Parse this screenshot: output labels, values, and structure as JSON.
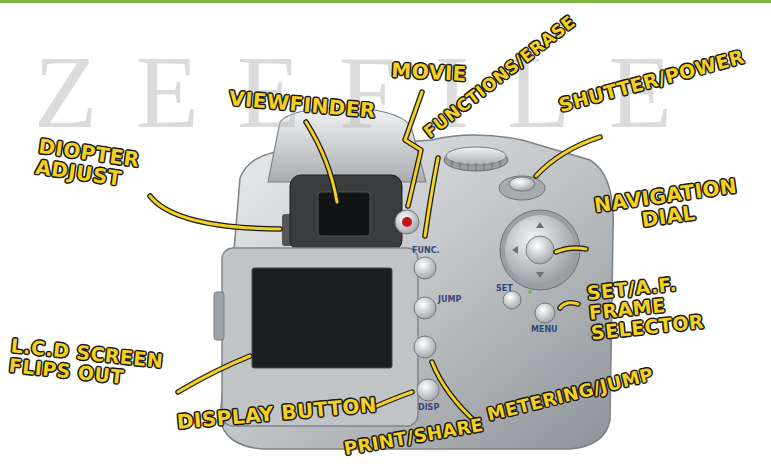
{
  "diagram": {
    "labels": [
      "ZEEFILE",
      "DIOPTER ADJUST",
      "VIEWFINDER",
      "MOVIE",
      "FUNCTIONS/ERASE",
      "SHUTTER/POWER",
      "NAVIGATION DIAL",
      "SET/A.F. FRAME SELECTOR",
      "L.C.D SCREEN FLIPS OUT",
      "DISPLAY BUTTON",
      "METERING/JUMP",
      "PRINT/SHARE",
      "FUNC.",
      "JUMP",
      "SET",
      "MENU",
      "DISP"
    ]
  }
}
